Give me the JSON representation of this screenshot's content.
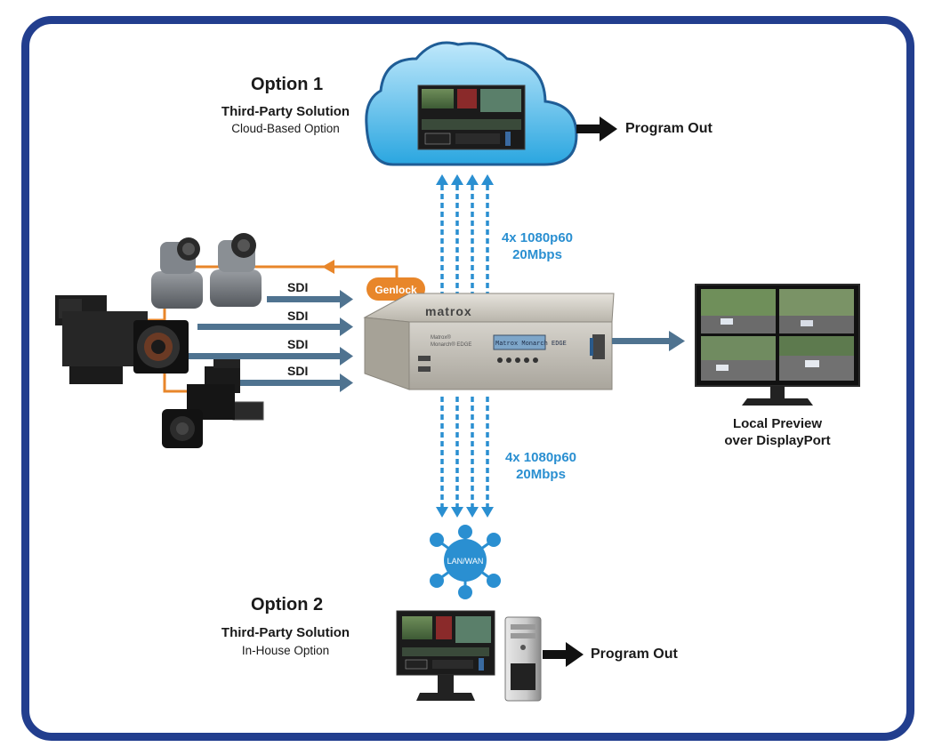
{
  "option1": {
    "title": "Option 1",
    "subtitle": "Third-Party Solution",
    "subtitle2": "Cloud-Based Option"
  },
  "option2": {
    "title": "Option 2",
    "subtitle": "Third-Party Solution",
    "subtitle2": "In-House Option"
  },
  "program_out_cloud": "Program Out",
  "program_out_inhouse": "Program Out",
  "stream_up": {
    "line1": "4x 1080p60",
    "line2": "20Mbps"
  },
  "stream_down": {
    "line1": "4x 1080p60",
    "line2": "20Mbps"
  },
  "sdi_labels": [
    "SDI",
    "SDI",
    "SDI",
    "SDI"
  ],
  "genlock_label": "Genlock",
  "network_label": "LAN/WAN",
  "device": {
    "brand": "matrox",
    "model_line1": "Matrox®",
    "model_line2": "Monarch® EDGE",
    "lcd_text": "Matrox Monarch EDGE"
  },
  "preview": {
    "line1": "Local Preview",
    "line2": "over DisplayPort"
  },
  "colors": {
    "frame": "#223e8e",
    "stream_blue": "#2a8fd1",
    "sdi_arrow": "#4f7390",
    "genlock_orange": "#e8862a",
    "arrow_black": "#111111"
  }
}
